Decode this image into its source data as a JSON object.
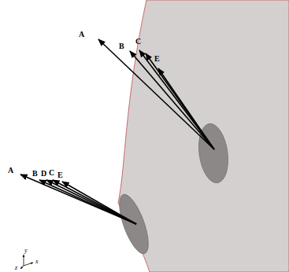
{
  "diagram": {
    "labels": [
      "A",
      "B",
      "C",
      "E",
      "A",
      "B",
      "D",
      "C",
      "E",
      "y",
      "x",
      "z"
    ]
  }
}
